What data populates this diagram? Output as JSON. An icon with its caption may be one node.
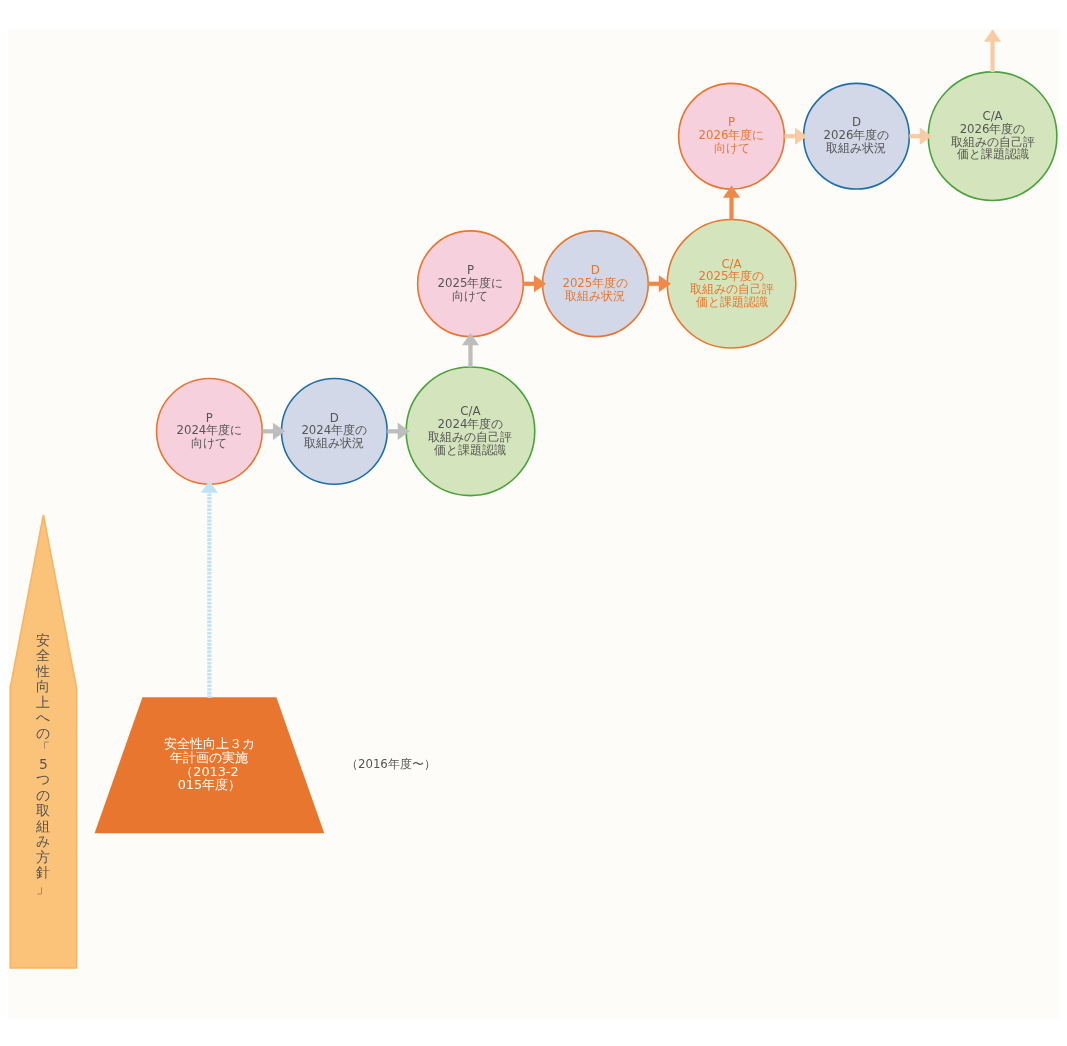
{
  "diagram": {
    "nodes": [
      {
        "text": [
          "安全性向上への「5つの取組み方針」"
        ]
      },
      {
        "text": [
          "安全性向上３カ年計画の実施",
          "（2013-2015年度）"
        ]
      },
      {
        "text": [
          "P",
          "2024年度に向けて"
        ]
      },
      {
        "text": [
          "D",
          "2024年度の取組み状況"
        ]
      },
      {
        "text": [
          "C/A",
          "2024年度の取組みの自己評価と課題認識"
        ]
      },
      {
        "text": [
          "P",
          "2025年度に向けて"
        ]
      },
      {
        "text": [
          "D",
          "2025年度の取組み状況"
        ]
      },
      {
        "text": [
          "C/A",
          "2025年度の取組みの自己評価と課題認識"
        ]
      },
      {
        "text": [
          "P",
          "2026年度に向けて"
        ]
      },
      {
        "text": [
          "D",
          "2026年度の取組み状況"
        ]
      },
      {
        "text": [
          "C/A",
          "2026年度の取組みの自己評価と課題認識"
        ]
      }
    ],
    "edges": [
      {
        "from": 1,
        "to": 2,
        "arrow": "to",
        "style": "dashed",
        "color": "#bfe3f2"
      },
      {
        "from": 2,
        "to": 3,
        "arrow": "to",
        "color": "#bdbdbd"
      },
      {
        "from": 3,
        "to": 4,
        "arrow": "to",
        "color": "#bdbdbd"
      },
      {
        "from": 4,
        "to": 5,
        "arrow": "to",
        "color": "#bdbdbd"
      },
      {
        "from": 5,
        "to": 6,
        "arrow": "to",
        "color": "#f0884a"
      },
      {
        "from": 6,
        "to": 7,
        "arrow": "to",
        "color": "#f0884a"
      },
      {
        "from": 7,
        "to": 8,
        "arrow": "to",
        "color": "#f0884a"
      },
      {
        "from": 8,
        "to": 9,
        "arrow": "to",
        "color": "#f9cba4"
      },
      {
        "from": 9,
        "to": 10,
        "arrow": "to",
        "color": "#f9cba4"
      },
      {
        "from": 10,
        "to": null,
        "arrow": "to",
        "color": "#f9cba4"
      }
    ],
    "labels": [
      "（2016年度〜）"
    ]
  }
}
